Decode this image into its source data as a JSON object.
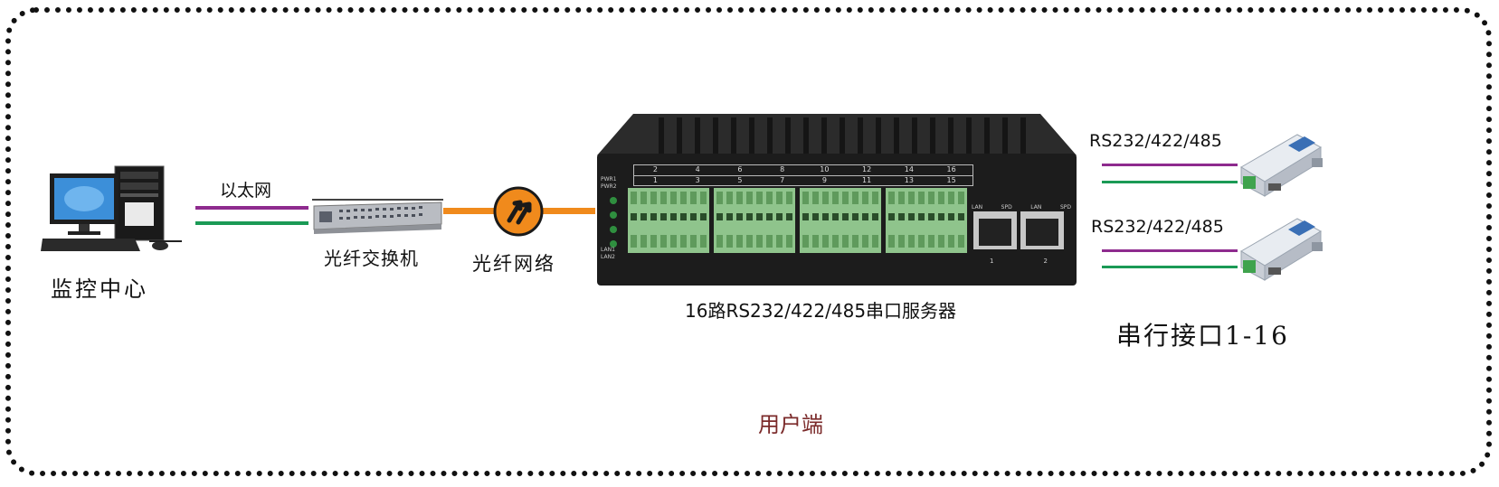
{
  "labels": {
    "monitor_center": "监控中心",
    "ethernet": "以太网",
    "fiber_switch": "光纤交换机",
    "fiber_network": "光纤网络",
    "server": "16路RS232/422/485串口服务器",
    "rs_top": "RS232/422/485",
    "rs_bottom": "RS232/422/485",
    "serial_ports": "串行接口1-16",
    "user_end": "用户端"
  },
  "device_panel": {
    "port_header_top": [
      "2",
      "4",
      "6",
      "8",
      "10",
      "12",
      "14",
      "16"
    ],
    "port_header_bottom": [
      "1",
      "3",
      "5",
      "7",
      "9",
      "11",
      "13",
      "15"
    ],
    "led_labels": [
      "PWR1",
      "PWR2",
      "LAN1",
      "LAN2"
    ],
    "lan_labels": [
      "LAN",
      "SPD",
      "LAN",
      "SPD"
    ],
    "lan_ports": [
      "1",
      "2"
    ]
  },
  "colors": {
    "ethernet_purple": "#8e2b8e",
    "ethernet_green": "#1a9a55",
    "fiber_orange": "#f08a1c",
    "terminal_green": "#8fc48c",
    "user_end_text": "#7b2a2a"
  }
}
